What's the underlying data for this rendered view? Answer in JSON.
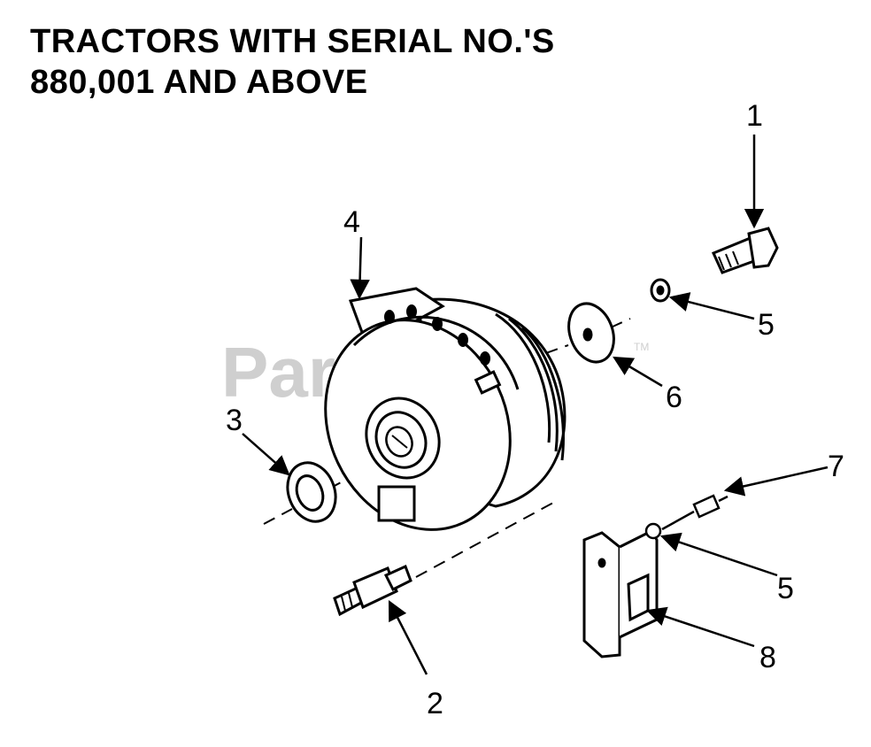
{
  "title": {
    "line1": "TRACTORS WITH SERIAL NO.'S",
    "line2": "880,001 AND ABOVE"
  },
  "watermark": {
    "text": "PartsTree",
    "tm": "TM"
  },
  "callouts": [
    "1",
    "2",
    "3",
    "4",
    "5",
    "5",
    "6",
    "7",
    "8"
  ],
  "parts": [
    {
      "number": "1",
      "part": "bolt"
    },
    {
      "number": "2",
      "part": "stud"
    },
    {
      "number": "3",
      "part": "spacer washer"
    },
    {
      "number": "4",
      "part": "electric clutch"
    },
    {
      "number": "5",
      "part": "lock washer"
    },
    {
      "number": "6",
      "part": "flat washer"
    },
    {
      "number": "7",
      "part": "wire connector"
    },
    {
      "number": "8",
      "part": "bracket"
    }
  ]
}
